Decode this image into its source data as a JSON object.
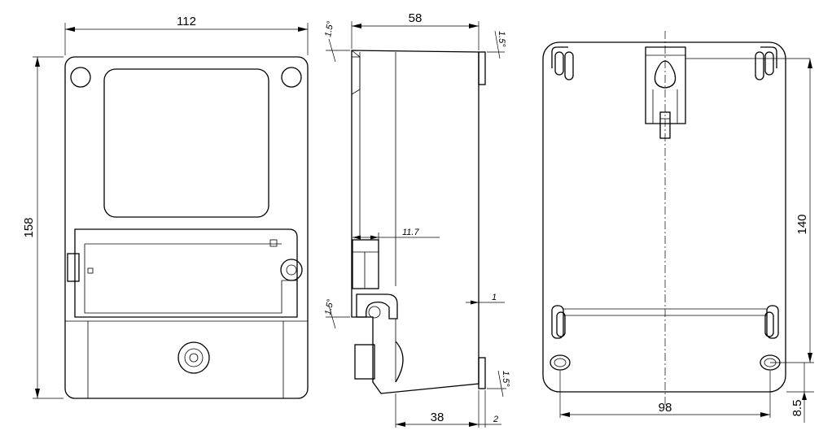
{
  "dimensions": {
    "front_width": "112",
    "front_height": "158",
    "side_depth": "58",
    "side_sub_depth": "38",
    "side_offset": "2",
    "terminal_depth": "11.7",
    "rib_step": "1",
    "back_mount_height": "140",
    "back_mount_width": "98",
    "back_bottom_offset": "8.5",
    "angle": "1.5°"
  }
}
